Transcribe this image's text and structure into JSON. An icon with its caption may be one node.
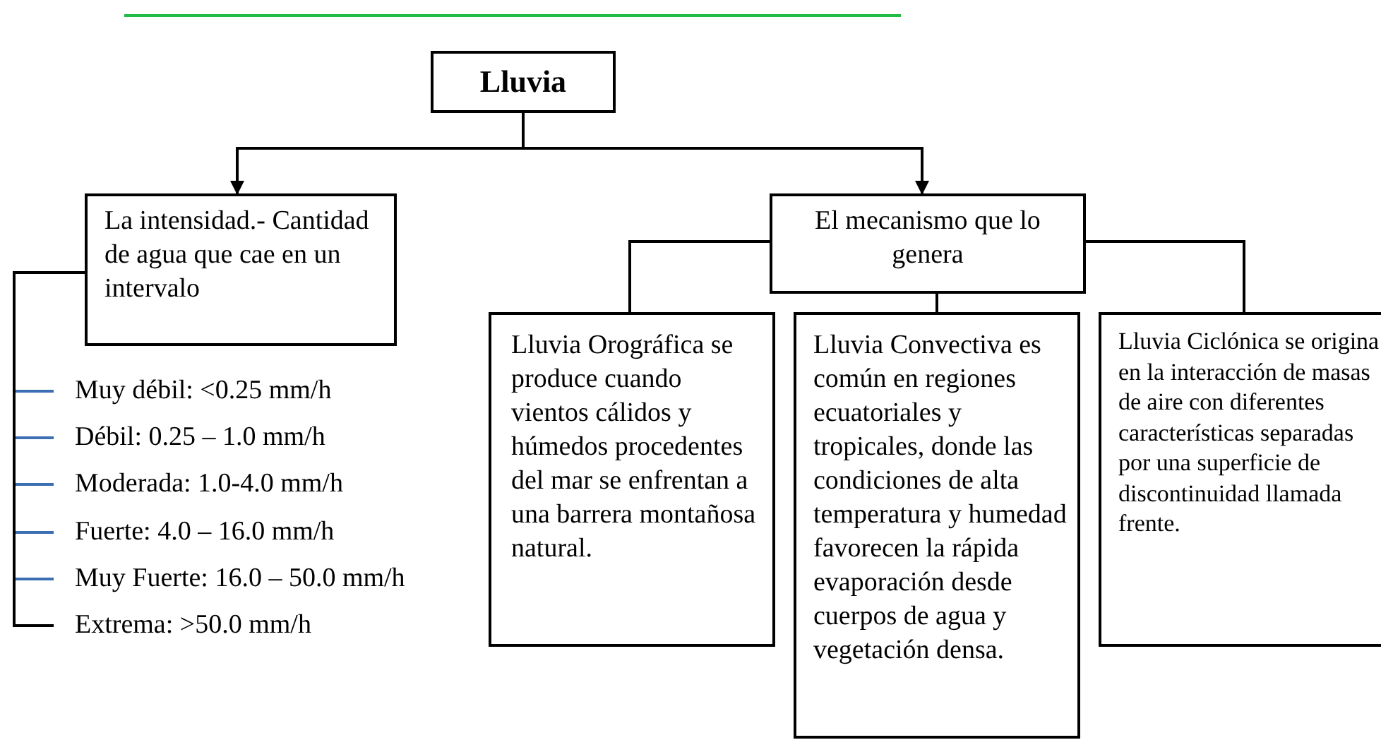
{
  "diagram": {
    "nodes": [
      {
        "text": [
          "Lluvia"
        ]
      },
      {
        "text": [
          "La intensidad.- Cantidad de agua que cae en un intervalo"
        ]
      },
      {
        "text": [
          "El mecanismo que lo genera"
        ]
      },
      {
        "text": [
          "Lluvia Orográfica se produce cuando vientos cálidos y húmedos procedentes del mar se enfrentan a una barrera montañosa natural."
        ]
      },
      {
        "text": [
          "Lluvia Convectiva es común en regiones ecuatoriales y tropicales, donde las condiciones de alta temperatura y humedad favorecen la rápida evaporación desde cuerpos de agua y vegetación densa."
        ]
      },
      {
        "text": [
          "Lluvia Ciclónica se origina en la interacción de masas de aire con diferentes características separadas por una superficie de discontinuidad llamada frente."
        ]
      },
      {
        "text": [
          "Muy débil: <0.25 mm/h"
        ]
      },
      {
        "text": [
          "Débil: 0.25 – 1.0 mm/h"
        ]
      },
      {
        "text": [
          "Moderada: 1.0-4.0 mm/h"
        ]
      },
      {
        "text": [
          "Fuerte: 4.0 – 16.0 mm/h"
        ]
      },
      {
        "text": [
          "Muy Fuerte: 16.0 – 50.0 mm/h"
        ]
      },
      {
        "text": [
          "Extrema: >50.0 mm/h"
        ]
      }
    ],
    "edges": [
      {
        "from": 0,
        "to": 1,
        "arrow": "to"
      },
      {
        "from": 0,
        "to": 2,
        "arrow": "to"
      },
      {
        "from": 2,
        "to": 3,
        "arrow": "none"
      },
      {
        "from": 2,
        "to": 4,
        "arrow": "none"
      },
      {
        "from": 2,
        "to": 5,
        "arrow": "none"
      },
      {
        "from": 1,
        "to": 6,
        "arrow": "none",
        "color": "#3c6eb4"
      },
      {
        "from": 1,
        "to": 7,
        "arrow": "none",
        "color": "#3c6eb4"
      },
      {
        "from": 1,
        "to": 8,
        "arrow": "none",
        "color": "#3c6eb4"
      },
      {
        "from": 1,
        "to": 9,
        "arrow": "none",
        "color": "#3c6eb4"
      },
      {
        "from": 1,
        "to": 10,
        "arrow": "none",
        "color": "#3c6eb4"
      },
      {
        "from": 1,
        "to": 11,
        "arrow": "none"
      }
    ]
  }
}
